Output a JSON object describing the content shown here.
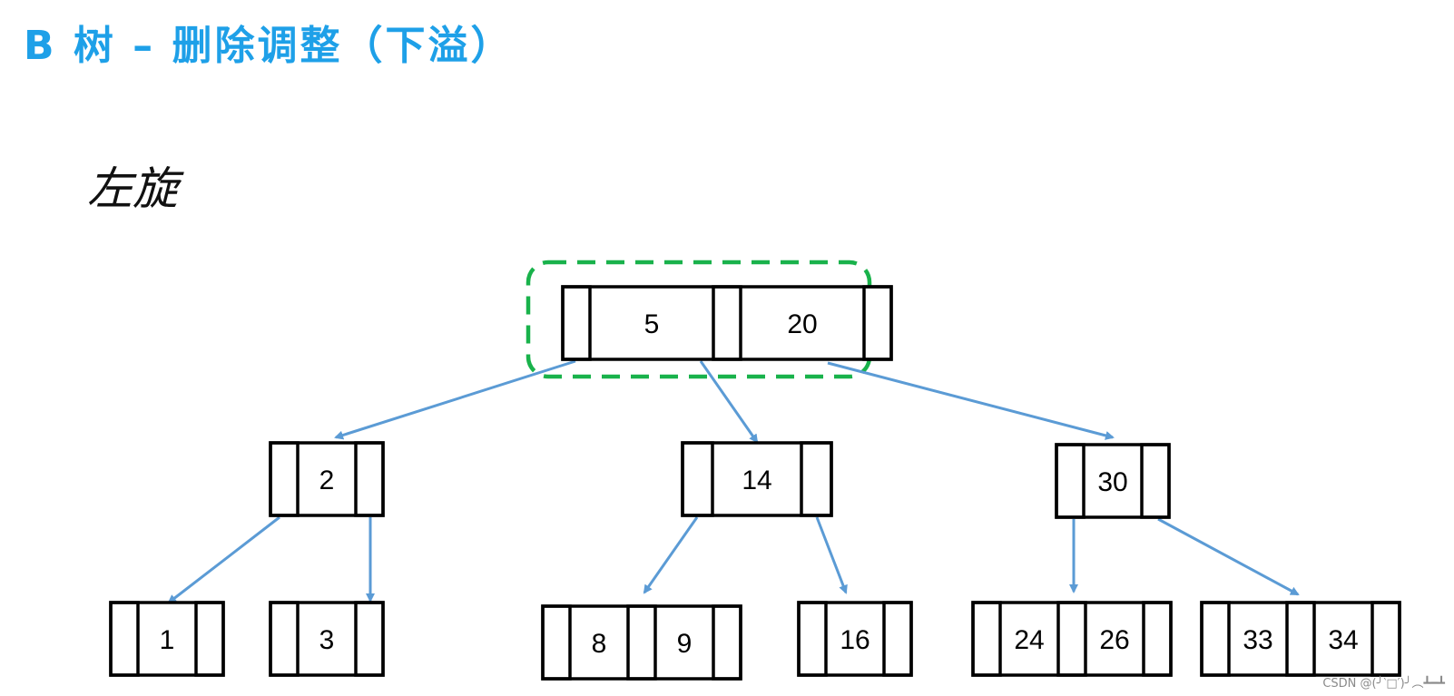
{
  "title": "B 树 – 删除调整（下溢）",
  "subtitle": "左旋",
  "colors": {
    "title": "#1ea0e8",
    "node_border": "#000000",
    "arrow": "#5b9bd5",
    "highlight": "#19b24b"
  },
  "nodes": [
    {
      "id": "root",
      "keys": [
        "5",
        "20"
      ],
      "highlighted": true
    },
    {
      "id": "n2",
      "keys": [
        "2"
      ]
    },
    {
      "id": "n14",
      "keys": [
        "14"
      ]
    },
    {
      "id": "n30",
      "keys": [
        "30"
      ]
    },
    {
      "id": "n1",
      "keys": [
        "1"
      ]
    },
    {
      "id": "n3",
      "keys": [
        "3"
      ]
    },
    {
      "id": "n8_9",
      "keys": [
        "8",
        "9"
      ]
    },
    {
      "id": "n16",
      "keys": [
        "16"
      ]
    },
    {
      "id": "n24_26",
      "keys": [
        "24",
        "26"
      ]
    },
    {
      "id": "n33_34",
      "keys": [
        "33",
        "34"
      ]
    }
  ],
  "edges": [
    {
      "from": "root",
      "to": "n2"
    },
    {
      "from": "root",
      "to": "n14"
    },
    {
      "from": "root",
      "to": "n30"
    },
    {
      "from": "n2",
      "to": "n1"
    },
    {
      "from": "n2",
      "to": "n3"
    },
    {
      "from": "n14",
      "to": "n8_9"
    },
    {
      "from": "n14",
      "to": "n16"
    },
    {
      "from": "n30",
      "to": "n24_26"
    },
    {
      "from": "n30",
      "to": "n33_34"
    }
  ],
  "watermark": "CSDN @(╯‵□′)╯︵┻━┻"
}
